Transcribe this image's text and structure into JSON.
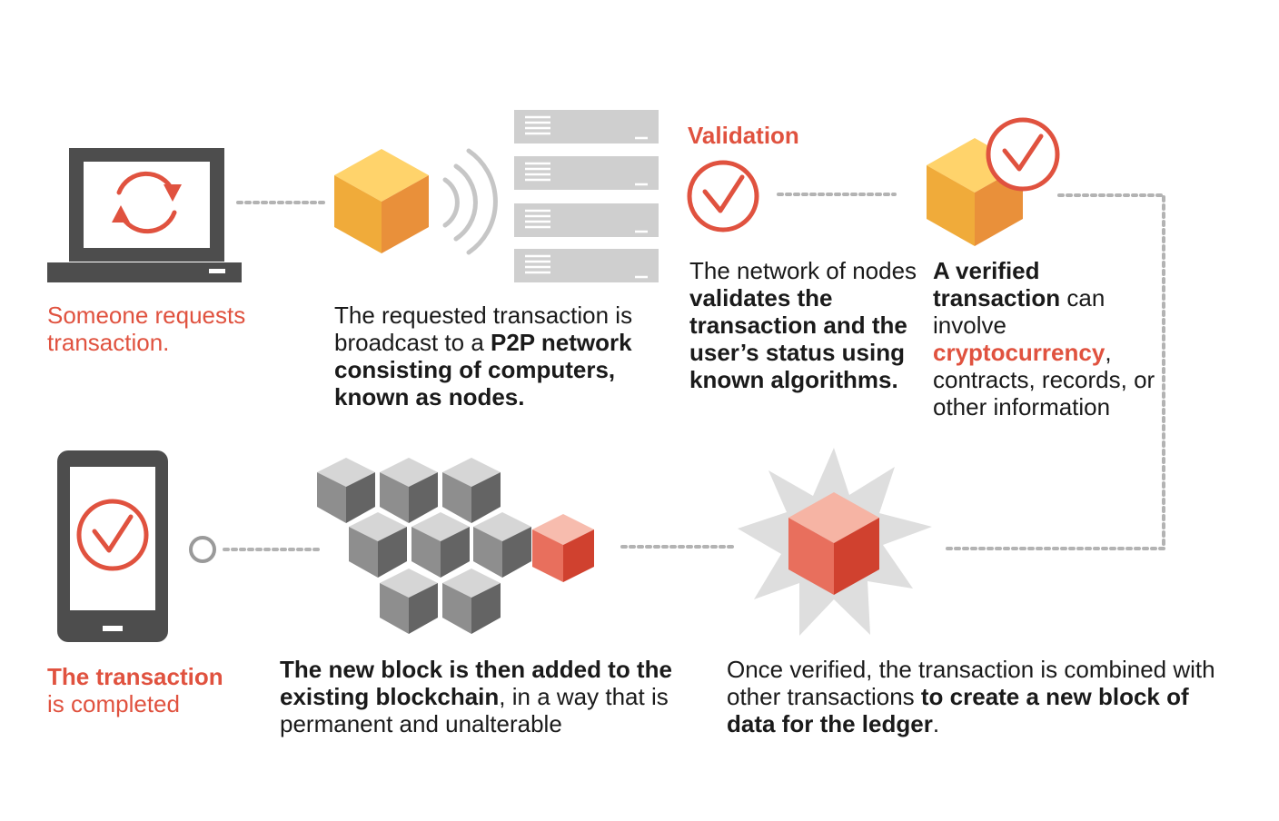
{
  "step1": {
    "caption": "Someone requests transaction."
  },
  "step2": {
    "text_pre": "The requested transaction is broadcast to a ",
    "text_bold": "P2P network consisting of computers, known as nodes."
  },
  "step3": {
    "title": "Validation",
    "text_pre": "The network of nodes ",
    "text_bold": "validates the transaction and the user’s status using known algorithms."
  },
  "step4": {
    "bold": "A verified transaction",
    "text1": " can involve ",
    "highlight": "cryptocurrency",
    "text2": ", contracts, records, or other information"
  },
  "step5": {
    "text_pre": "Once verified, the transaction is combined with other transactions ",
    "text_bold": "to create a new block of data for the ledger",
    "text_post": "."
  },
  "step6": {
    "text_bold": "The new block is then added to the existing blockchain",
    "text_post": ", in a way that is permanent and unalterable"
  },
  "step7": {
    "bold": "The transaction",
    "text": "is completed"
  },
  "colors": {
    "accent_red": "#e0523f",
    "dark_gray": "#4d4d4d",
    "light_gray": "#cfcfcf",
    "cube_orange": "#f0ab3a",
    "connector_gray": "#b3b3b3"
  },
  "icons": [
    "laptop-refresh-icon",
    "cube-icon",
    "signal-waves-icon",
    "server-stack-icon",
    "check-circle-icon",
    "verified-cube-icon",
    "burst-cube-icon",
    "blockchain-cubes-icon",
    "phone-check-icon"
  ]
}
